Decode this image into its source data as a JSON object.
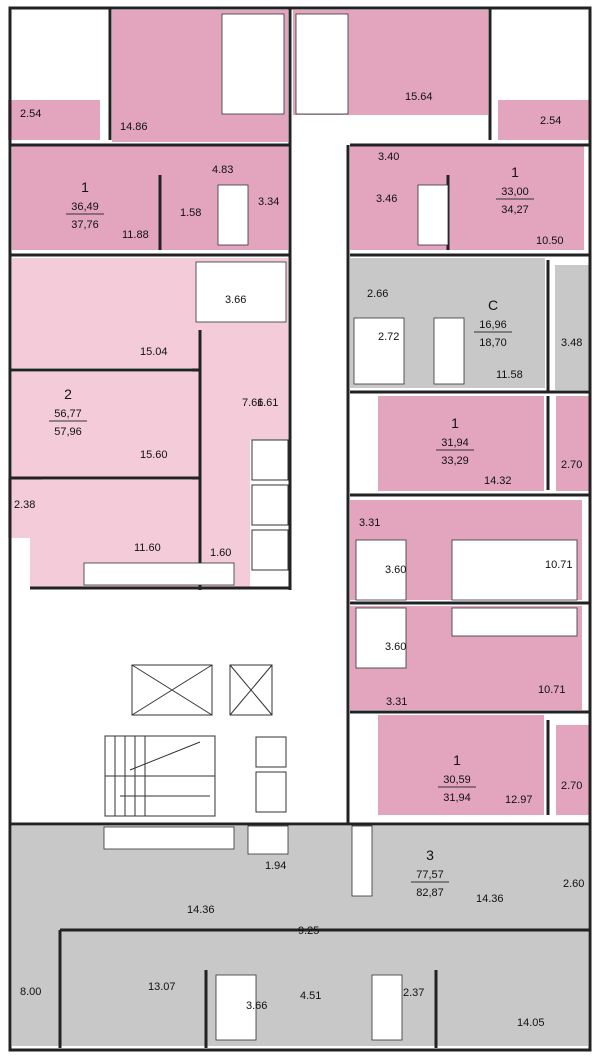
{
  "colors": {
    "pink_dark": "#e2a5bd",
    "pink_mid": "#ebb8ca",
    "pink_light": "#f3cbd9",
    "gray": "#c8c8c8",
    "wall": "#222222",
    "corridor": "#ffffff"
  },
  "apartments": [
    {
      "id": "apt-1-top-left",
      "type": "1",
      "area_living": "36,49",
      "area_total": "37,76"
    },
    {
      "id": "apt-1-top-right",
      "type": "1",
      "area_living": "33,00",
      "area_total": "34,27"
    },
    {
      "id": "apt-2-left",
      "type": "2",
      "area_living": "56,77",
      "area_total": "57,96"
    },
    {
      "id": "apt-studio",
      "type": "С",
      "area_living": "16,96",
      "area_total": "18,70"
    },
    {
      "id": "apt-1-mid-right",
      "type": "1",
      "area_living": "31,94",
      "area_total": "33,29"
    },
    {
      "id": "apt-1-low-right",
      "type": "1",
      "area_living": "30,59",
      "area_total": "31,94"
    },
    {
      "id": "apt-3-bottom",
      "type": "3",
      "area_living": "77,57",
      "area_total": "82,87"
    }
  ],
  "room_areas": [
    "14.86",
    "15.64",
    "2.54",
    "2.54",
    "4.83",
    "3.40",
    "11.88",
    "1.58",
    "3.34",
    "3.46",
    "10.50",
    "2.66",
    "3.66",
    "2.72",
    "11.58",
    "3.48",
    "15.04",
    "7.66",
    "1.61",
    "14.32",
    "2.70",
    "15.60",
    "3.31",
    "2.38",
    "10.71",
    "3.60",
    "11.60",
    "1.60",
    "3.60",
    "10.71",
    "3.31",
    "12.97",
    "2.70",
    "1.94",
    "2.60",
    "14.36",
    "14.36",
    "9.25",
    "13.07",
    "3.66",
    "4.51",
    "2.37",
    "8.00",
    "14.05"
  ]
}
